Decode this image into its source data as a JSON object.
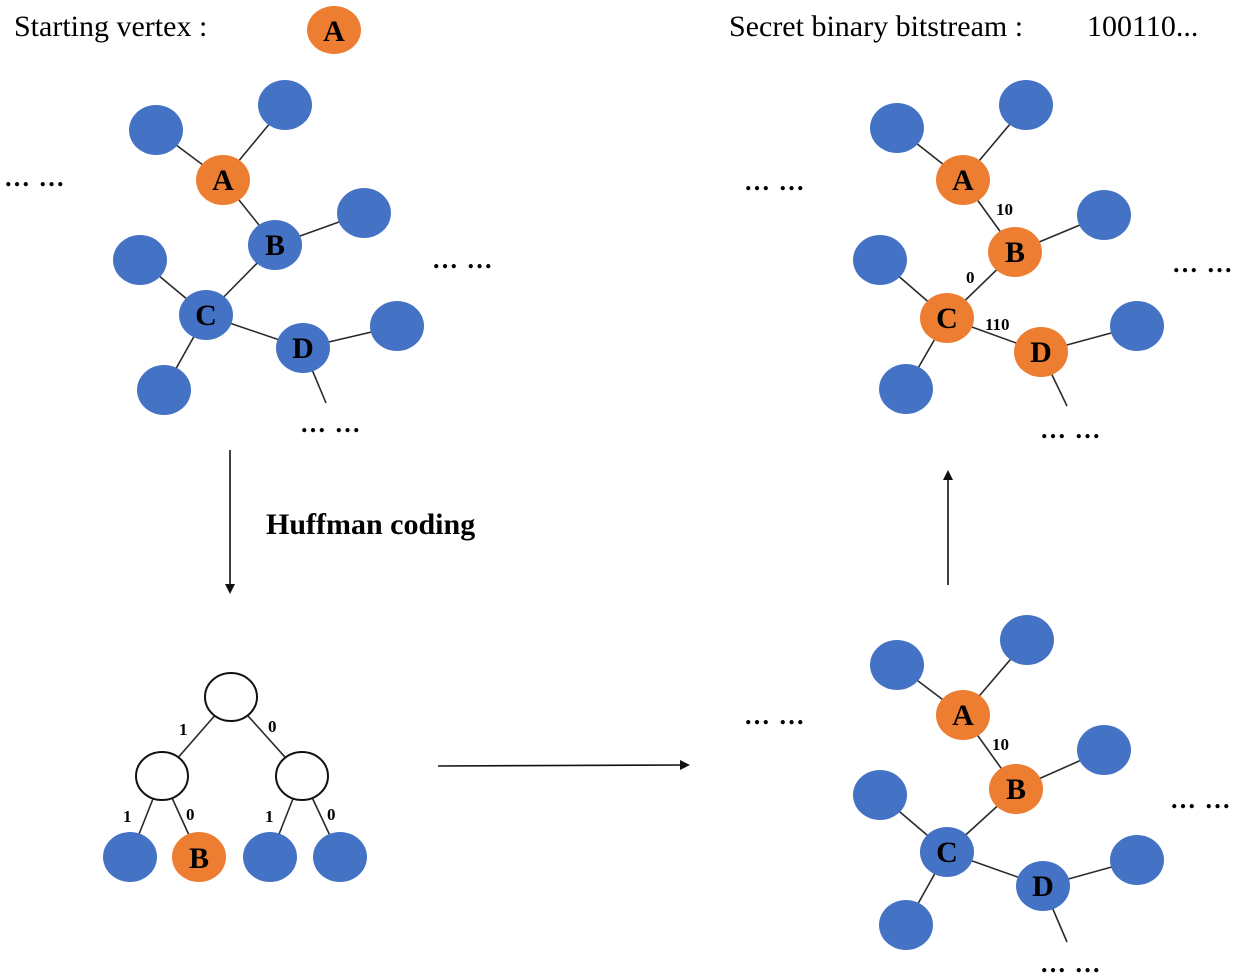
{
  "header": {
    "starting_vertex_label": "Starting vertex :",
    "starting_vertex_node": "A",
    "secret_label": "Secret binary bitstream :",
    "secret_value": "100110..."
  },
  "process": {
    "huffman_label": "Huffman coding"
  },
  "ellipsis": "… …",
  "colors": {
    "blue_node": "#4472C4",
    "orange_node": "#ED7D31"
  },
  "graph_initial": {
    "nodes": {
      "A": "A",
      "B": "B",
      "C": "C",
      "D": "D"
    }
  },
  "huffman_tree": {
    "edge_codes": [
      "1",
      "0",
      "1",
      "0",
      "1",
      "0"
    ],
    "selected_leaf": "B"
  },
  "graph_step1": {
    "nodes": {
      "A": "A",
      "B": "B",
      "C": "C",
      "D": "D"
    },
    "codes": {
      "AB": "10"
    }
  },
  "graph_final": {
    "nodes": {
      "A": "A",
      "B": "B",
      "C": "C",
      "D": "D"
    },
    "codes": {
      "AB": "10",
      "BC": "0",
      "CD": "110"
    }
  }
}
